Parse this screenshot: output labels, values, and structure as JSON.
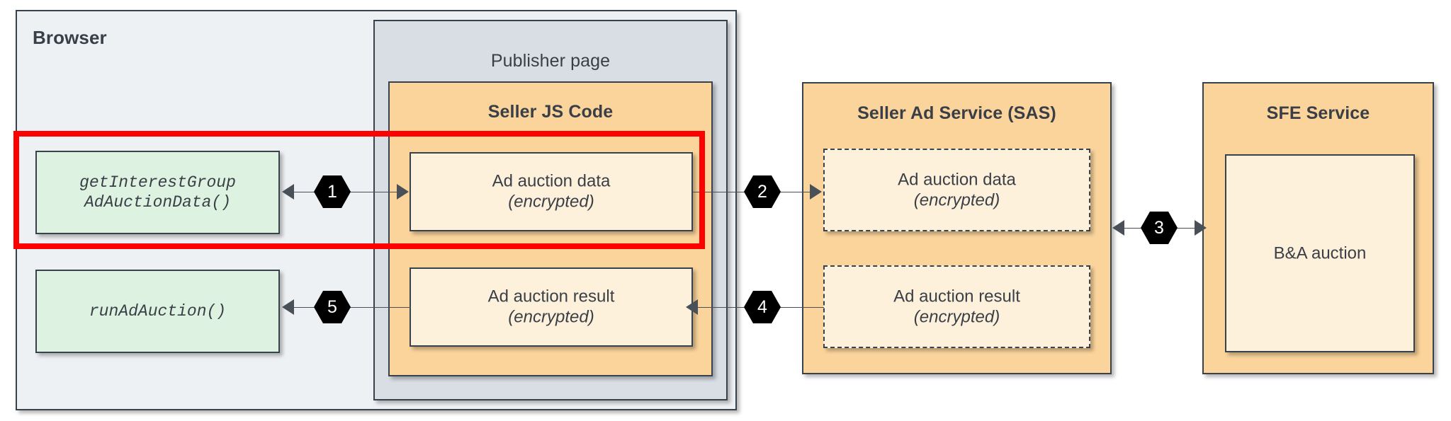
{
  "diagram": {
    "type": "sequence-flow",
    "title_visible": false
  },
  "browser": {
    "label": "Browser",
    "api_boxes": [
      {
        "line1": "getInterestGroup",
        "line2": "AdAuctionData()",
        "name": "get-interest-group-ad-auction-data"
      },
      {
        "line1": "runAdAuction()",
        "line2": "",
        "name": "run-ad-auction"
      }
    ]
  },
  "publisher": {
    "label": "Publisher page"
  },
  "seller_js": {
    "label": "Seller JS Code",
    "boxes": [
      {
        "line1": "Ad auction data",
        "line2": "(encrypted)"
      },
      {
        "line1": "Ad auction result",
        "line2": "(encrypted)"
      }
    ]
  },
  "sas": {
    "label": "Seller Ad Service (SAS)",
    "boxes": [
      {
        "line1": "Ad auction data",
        "line2": "(encrypted)"
      },
      {
        "line1": "Ad auction result",
        "line2": "(encrypted)"
      }
    ]
  },
  "sfe": {
    "label": "SFE Service",
    "box": {
      "line1": "B&A auction",
      "line2": ""
    }
  },
  "steps": [
    {
      "id": "1",
      "label": "1",
      "direction": "bidirectional",
      "from": "getInterestGroupAdAuctionData()",
      "to": "Ad auction data (encrypted)"
    },
    {
      "id": "2",
      "label": "2",
      "direction": "right",
      "from": "Seller JS Code: Ad auction data",
      "to": "SAS: Ad auction data"
    },
    {
      "id": "3",
      "label": "3",
      "direction": "bidirectional",
      "from": "Seller Ad Service (SAS)",
      "to": "SFE Service"
    },
    {
      "id": "4",
      "label": "4",
      "direction": "left",
      "from": "SAS: Ad auction result",
      "to": "Seller JS Code: Ad auction result"
    },
    {
      "id": "5",
      "label": "5",
      "direction": "left",
      "from": "Seller JS Code: Ad auction result",
      "to": "runAdAuction()"
    }
  ],
  "highlight": {
    "name": "red-highlight-region",
    "color": "#ff0000",
    "covers": "getInterestGroupAdAuctionData() and Seller JS Code Ad auction data (encrypted)"
  },
  "colors": {
    "browser_bg": "#eef1f4",
    "publisher_bg": "#d8dee4",
    "orange_bg": "#fbd49b",
    "cream_bg": "#fdf1db",
    "green_bg": "#ddf2e0",
    "stroke": "#38424d",
    "highlight": "#ff0000",
    "hex_bg": "#000000"
  }
}
